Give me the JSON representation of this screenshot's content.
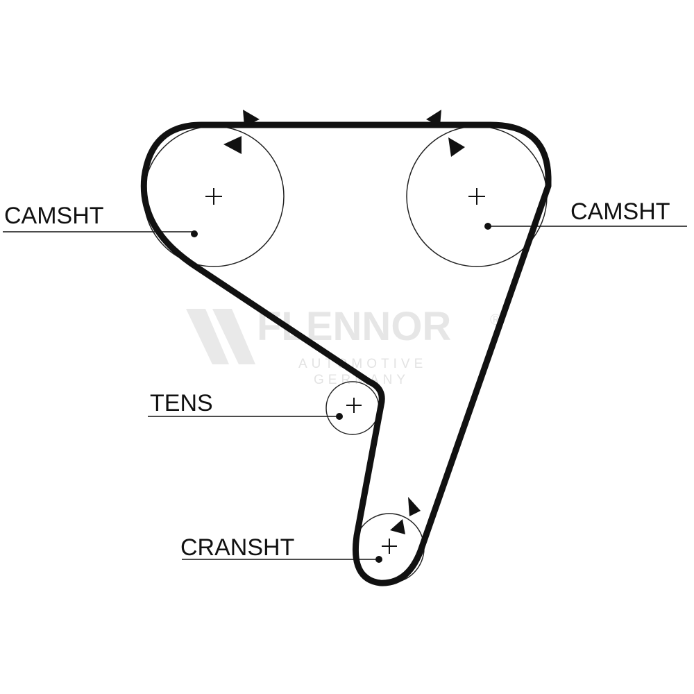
{
  "labels": {
    "camshaft_left": "CAMSHT",
    "camshaft_right": "CAMSHT",
    "tensioner": "TENS",
    "crankshaft": "CRANSHT"
  },
  "watermark": {
    "brand": "FLENNOR",
    "registered": "®",
    "line1": "AUTOMOTIVE",
    "line2": "GERMANY"
  },
  "colors": {
    "belt": "#111111",
    "pulley_outline": "#222222",
    "watermark": "#e6e6e6"
  }
}
